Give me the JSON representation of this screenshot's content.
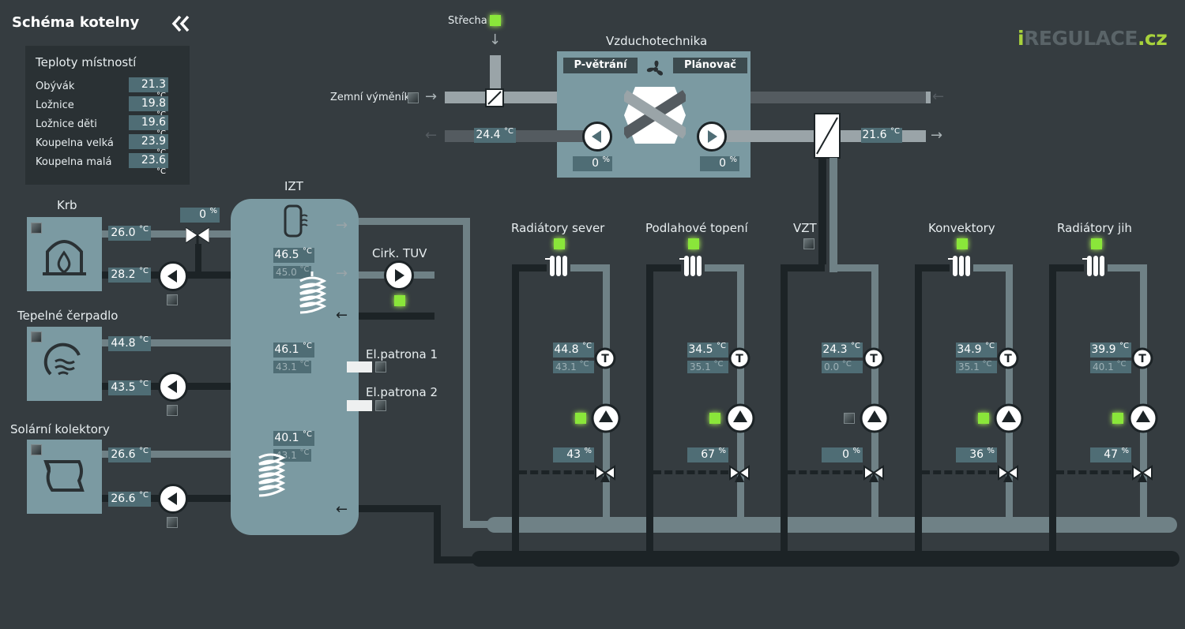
{
  "header": {
    "title": "Schéma kotelny",
    "collapse_icon": "double-chevron-left-icon",
    "logo_prefix": "i",
    "logo_main": "REGULACE",
    "logo_suffix": ".cz"
  },
  "rooms": {
    "title": "Teploty místností",
    "items": [
      {
        "name": "Obývák",
        "value": "21.3",
        "unit": "°C"
      },
      {
        "name": "Ložnice",
        "value": "19.8",
        "unit": "°C"
      },
      {
        "name": "Ložnice děti",
        "value": "19.6",
        "unit": "°C"
      },
      {
        "name": "Koupelna velká",
        "value": "23.9",
        "unit": "°C"
      },
      {
        "name": "Koupelna malá",
        "value": "23.6",
        "unit": "°C"
      }
    ]
  },
  "sources": {
    "krb": {
      "label": "Krb",
      "supply": "26.0",
      "return": "28.2",
      "valve_pct": "0"
    },
    "tc": {
      "label": "Tepelné čerpadlo",
      "supply": "44.8",
      "return": "43.5"
    },
    "solar": {
      "label": "Solární kolektory",
      "supply": "26.6",
      "return": "26.6"
    }
  },
  "tank": {
    "label": "IZT",
    "top": "46.5",
    "top_set": "45.0",
    "mid": "46.1",
    "mid_set": "43.1",
    "bottom": "40.1",
    "bottom_set": "43.1"
  },
  "circ_tuv": {
    "label": "Cirk. TUV"
  },
  "heaters": {
    "el1": "El.patrona 1",
    "el2": "El.patrona 2"
  },
  "vzt": {
    "title": "Vzduchotechnika",
    "btn_mode": "P-větrání",
    "btn_plan": "Plánovač",
    "roof": "Střecha",
    "ground": "Zemní výměník",
    "exhaust_temp": "24.4",
    "supply_temp": "21.6",
    "fan1_pct": "0",
    "fan2_pct": "0"
  },
  "circuits": [
    {
      "label": "Radiátory sever",
      "temp": "44.8",
      "set": "43.1",
      "valve": "43"
    },
    {
      "label": "Podlahové topení",
      "temp": "34.5",
      "set": "35.1",
      "valve": "67"
    },
    {
      "label": "VZT",
      "temp": "24.3",
      "set": "0.0",
      "valve": "0"
    },
    {
      "label": "Konvektory",
      "temp": "34.9",
      "set": "35.1",
      "valve": "36"
    },
    {
      "label": "Radiátory jih",
      "temp": "39.9",
      "set": "40.1",
      "valve": "47"
    }
  ],
  "units": {
    "c": "°C",
    "pct": "%"
  },
  "colors": {
    "bg": "#353c40",
    "panel": "#7b9aa2",
    "led_on": "#8ae63a",
    "pipe_hot": "#6f8186",
    "pipe_cold": "#1c2326"
  }
}
